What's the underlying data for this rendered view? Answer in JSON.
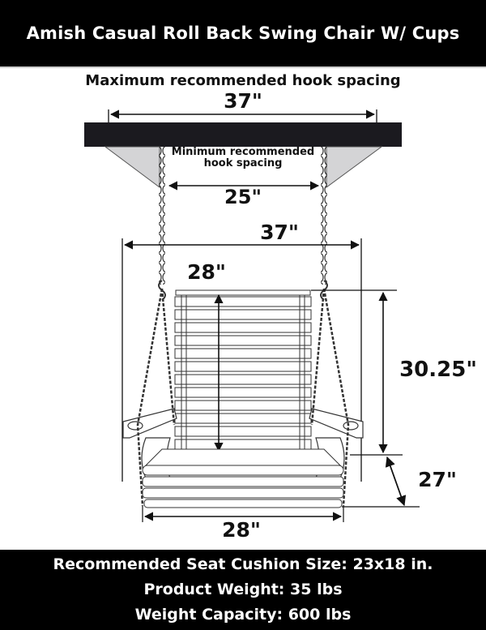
{
  "header": {
    "title": "Amish Casual Roll Back Swing Chair W/ Cups",
    "background": "#000000",
    "text_color": "#ffffff"
  },
  "diagram": {
    "max_hook_spacing": {
      "label": "Maximum recommended hook spacing",
      "value": "37\""
    },
    "min_hook_spacing": {
      "label": "Minimum recommended hook spacing",
      "value": "25\""
    },
    "overall_width": {
      "value": "37\""
    },
    "back_width": {
      "value": "28\""
    },
    "back_height": {
      "value": "30.25\""
    },
    "seat_depth": {
      "value": "27\""
    },
    "seat_width": {
      "value": "28\""
    },
    "beam_color": "#1b1a1f",
    "bracket_color": "#d4d4d6"
  },
  "specs": {
    "items": [
      "Recommended Seat Cushion Size: 23x18 in.",
      "Product Weight: 35 lbs",
      "Weight Capacity: 600 lbs"
    ]
  }
}
